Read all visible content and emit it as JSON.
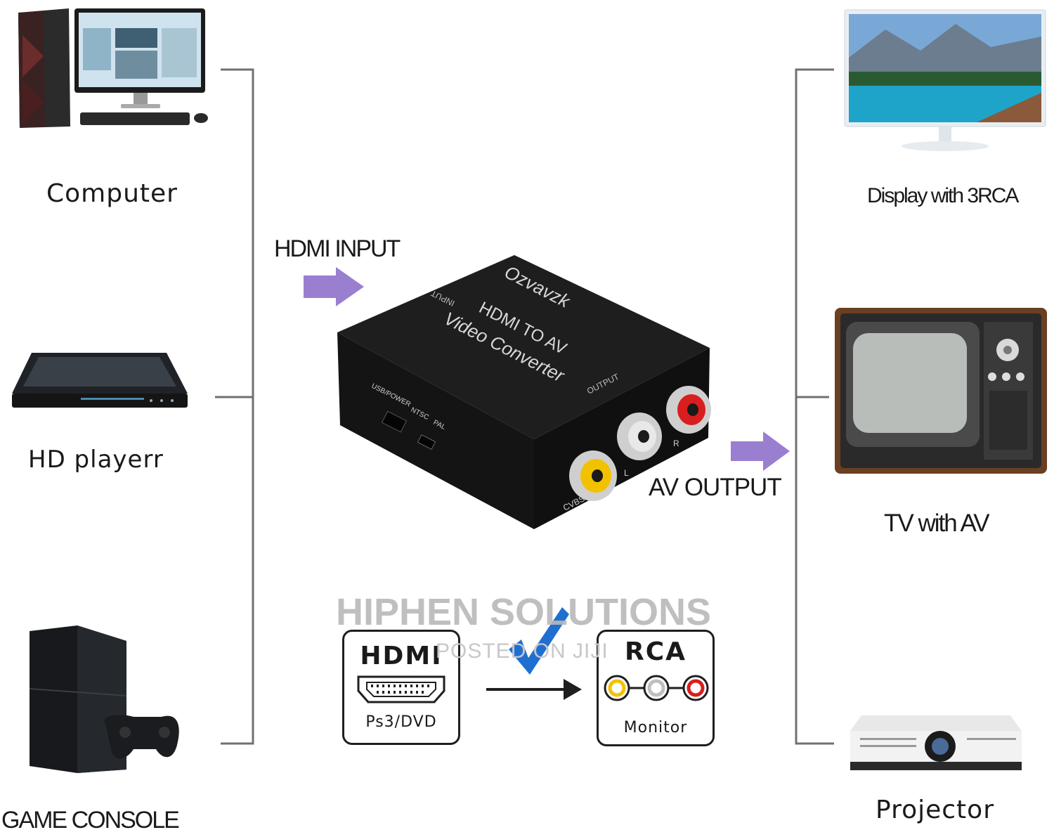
{
  "sources": {
    "computer_label": "Computer",
    "hd_player_label": "HD playerr",
    "game_console_label": "GAME CONSOLE"
  },
  "outputs": {
    "display_label": "Display with 3RCA",
    "tv_label": "TV with AV",
    "projector_label": "Projector"
  },
  "converter": {
    "input_label": "HDMI INPUT",
    "output_label": "AV OUTPUT",
    "brand": "Ozvavzk",
    "title_line1": "HDMI TO AV",
    "title_line2": "Video Converter",
    "input_port": "INPUT",
    "output_port": "OUTPUT",
    "usb_label": "USB/POWER",
    "ntsc_label": "NTSC",
    "pal_label": "PAL",
    "cvbs_label": "CVBS",
    "l_label": "L",
    "r_label": "R"
  },
  "watermark": {
    "main": "HIPHEN SOLUTIONS",
    "sub": "POSTED ON JIJI"
  },
  "legend": {
    "hdmi_title": "HDMI",
    "hdmi_sub": "Ps3/DVD",
    "rca_title": "RCA",
    "rca_sub": "Monitor"
  },
  "colors": {
    "arrow": "#9a7fd1",
    "bracket": "#707070",
    "rca_yellow": "#f2c200",
    "rca_white": "#e8e8e8",
    "rca_red": "#d81e1e",
    "check": "#1f6fd1"
  }
}
